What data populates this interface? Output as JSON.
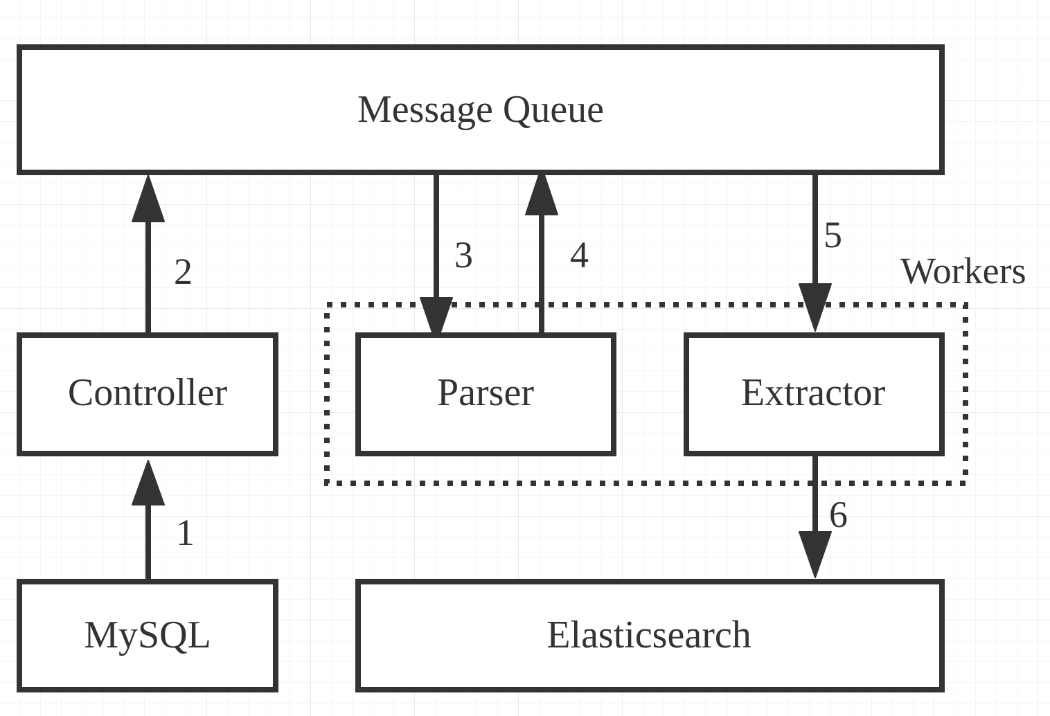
{
  "nodes": {
    "message_queue": "Message Queue",
    "controller": "Controller",
    "parser": "Parser",
    "extractor": "Extractor",
    "mysql": "MySQL",
    "elasticsearch": "Elasticsearch"
  },
  "groups": {
    "workers": "Workers"
  },
  "edges": {
    "e1": "1",
    "e2": "2",
    "e3": "3",
    "e4": "4",
    "e5": "5",
    "e6": "6"
  },
  "colors": {
    "stroke": "#333333",
    "background": "#ffffff",
    "grid": "#eaeaea"
  }
}
